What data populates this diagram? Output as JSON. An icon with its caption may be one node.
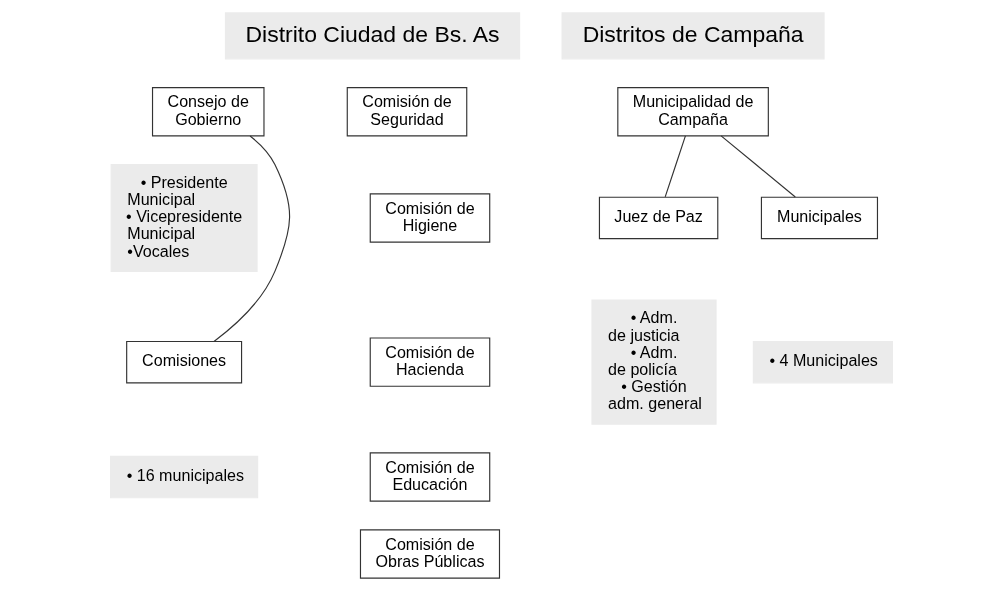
{
  "diagram": {
    "nodes": [
      {
        "text": [
          "Distrito Ciudad de Bs. As"
        ]
      },
      {
        "text": [
          "Distritos de Campaña"
        ]
      },
      {
        "text": [
          "Consejo de Gobierno"
        ]
      },
      {
        "text": [
          "• Presidente Municipal",
          "• Vicepresidente Municipal",
          "•Vocales"
        ]
      },
      {
        "text": [
          "Comisiones"
        ]
      },
      {
        "text": [
          "• 16 municipales"
        ]
      },
      {
        "text": [
          "Comisión de Seguridad"
        ]
      },
      {
        "text": [
          "Comisión de Higiene"
        ]
      },
      {
        "text": [
          "Comisión de Hacienda"
        ]
      },
      {
        "text": [
          "Comisión de Educación"
        ]
      },
      {
        "text": [
          "Comisión de Obras Públicas"
        ]
      },
      {
        "text": [
          "Municipalidad de Campaña"
        ]
      },
      {
        "text": [
          "Juez de Paz"
        ]
      },
      {
        "text": [
          "Municipales"
        ]
      },
      {
        "text": [
          "• Adm. de justicia",
          "• Adm. de policía",
          "• Gestión adm. general"
        ]
      },
      {
        "text": [
          "• 4 Municipales"
        ]
      }
    ],
    "edges": [
      {
        "from": 2,
        "to": 4,
        "arrow": "none"
      },
      {
        "from": 11,
        "to": 12,
        "arrow": "none"
      },
      {
        "from": 11,
        "to": 13,
        "arrow": "none"
      }
    ]
  }
}
